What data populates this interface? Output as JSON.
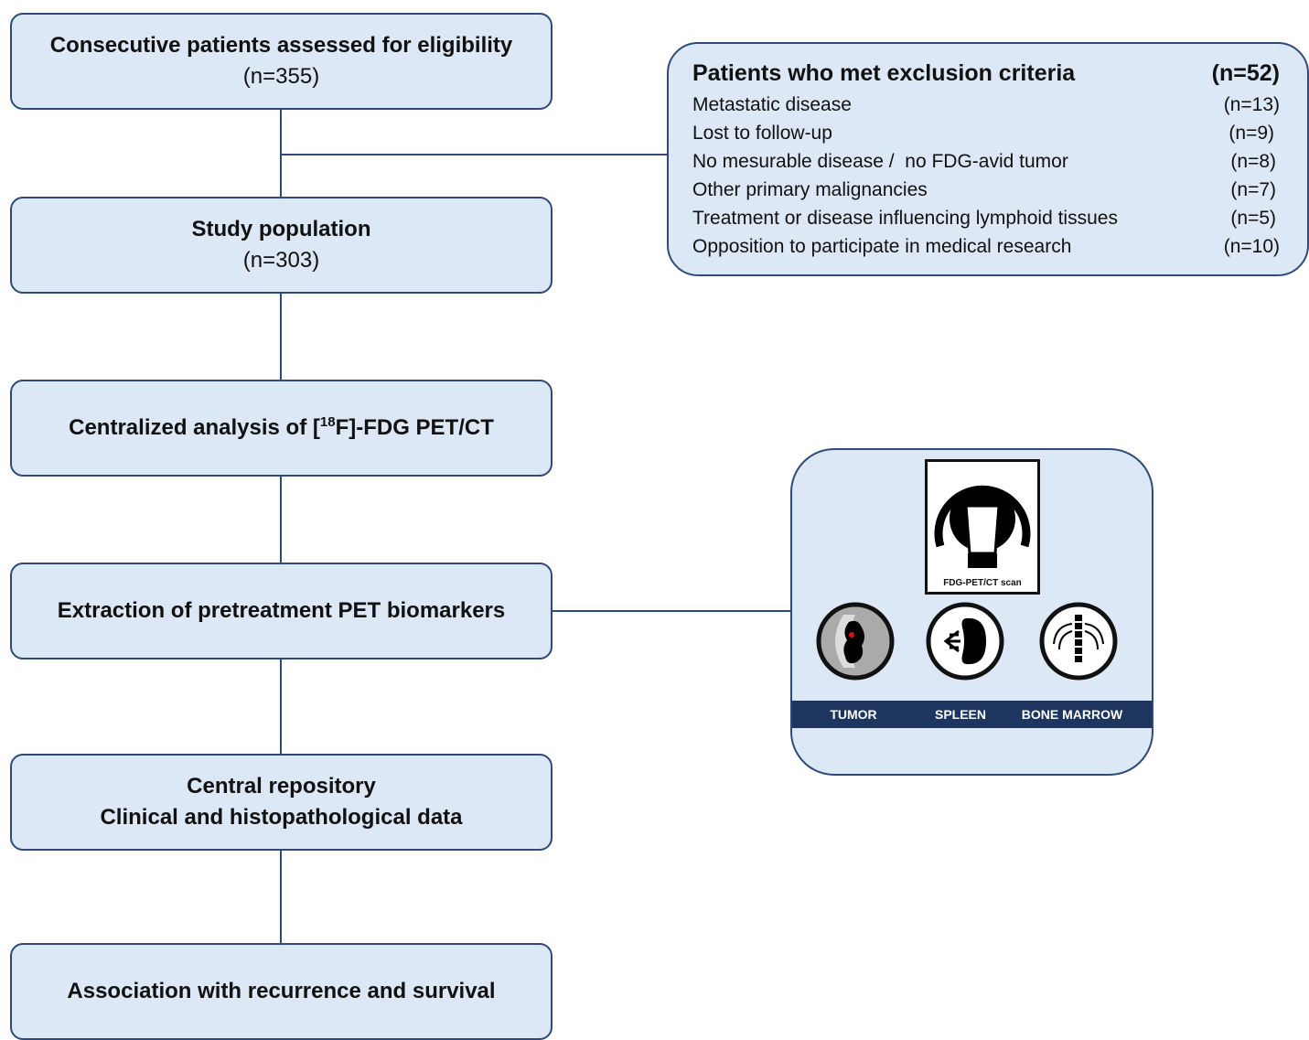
{
  "flow": {
    "consecutive": {
      "title": "Consecutive patients assessed for eligibility",
      "n": "(n=355)"
    },
    "study": {
      "title": "Study population",
      "n": "(n=303)"
    },
    "centralized": {
      "pre": "Centralized analysis of [",
      "sup": "18",
      "post": "F]-FDG PET/CT"
    },
    "extraction": {
      "title": "Extraction of pretreatment PET biomarkers"
    },
    "repository": {
      "line1": "Central repository",
      "line2": "Clinical and histopathological data"
    },
    "association": {
      "title": "Association with recurrence and survival"
    }
  },
  "exclusion": {
    "title": "Patients who met exclusion criteria",
    "total": "(n=52)",
    "items": [
      {
        "label": "Metastatic disease",
        "n": "(n=13)"
      },
      {
        "label": "Lost to follow-up",
        "n": "(n=9)"
      },
      {
        "label": "No mesurable disease /  no FDG-avid tumor",
        "n": "(n=8)"
      },
      {
        "label": "Other primary malignancies",
        "n": "(n=7)"
      },
      {
        "label": "Treatment or disease influencing lymphoid tissues",
        "n": "(n=5)"
      },
      {
        "label": "Opposition to participate in medical research",
        "n": "(n=10)"
      }
    ]
  },
  "panel": {
    "scan_caption": "FDG-PET/CT scan",
    "labels": [
      "TUMOR",
      "SPLEEN",
      "BONE MARROW"
    ],
    "icons": [
      "pet-ct-scanner-icon",
      "tumor-icon",
      "spleen-icon",
      "bone-marrow-icon"
    ]
  },
  "colors": {
    "box_fill": "#dce8f5",
    "border": "#2e4a7a",
    "label_bar": "#1e3560",
    "tumor_dot": "#e01010"
  }
}
